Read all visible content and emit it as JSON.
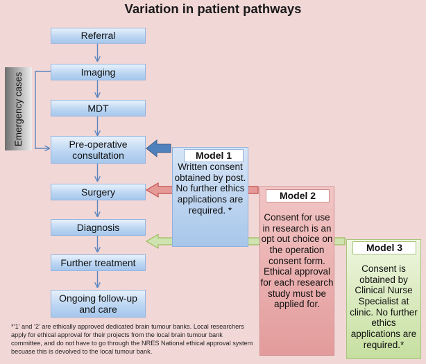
{
  "title": "Variation in patient pathways",
  "emergency_label": "Emergency cases",
  "steps": [
    "Referral",
    "Imaging",
    "MDT",
    "Pre-operative consultation",
    "Surgery",
    "Diagnosis",
    "Further treatment",
    "Ongoing follow-up and care"
  ],
  "models": [
    {
      "title": "Model 1",
      "text": "Written consent obtained by post. No further ethics applications are required. *",
      "color": "#4f81bd"
    },
    {
      "title": "Model 2",
      "text": "Consent for use in research is an opt out choice on the operation consent form. Ethical approval for each research study must be applied for.",
      "color": "#c0504d"
    },
    {
      "title": "Model 3",
      "text": "Consent is obtained by Clinical Nurse Specialist at clinic. No further ethics applications are required.*",
      "color": "#9bbb59"
    }
  ],
  "footnote": "*‘1’ and ‘2’ are ethically approved dedicated brain tumour banks. Local researchers apply for ethical approval for their projects from the local brain tumour bank committee, and do not have to go through the NRES National ethical approval system becuase this is devolved to the local tumour bank."
}
